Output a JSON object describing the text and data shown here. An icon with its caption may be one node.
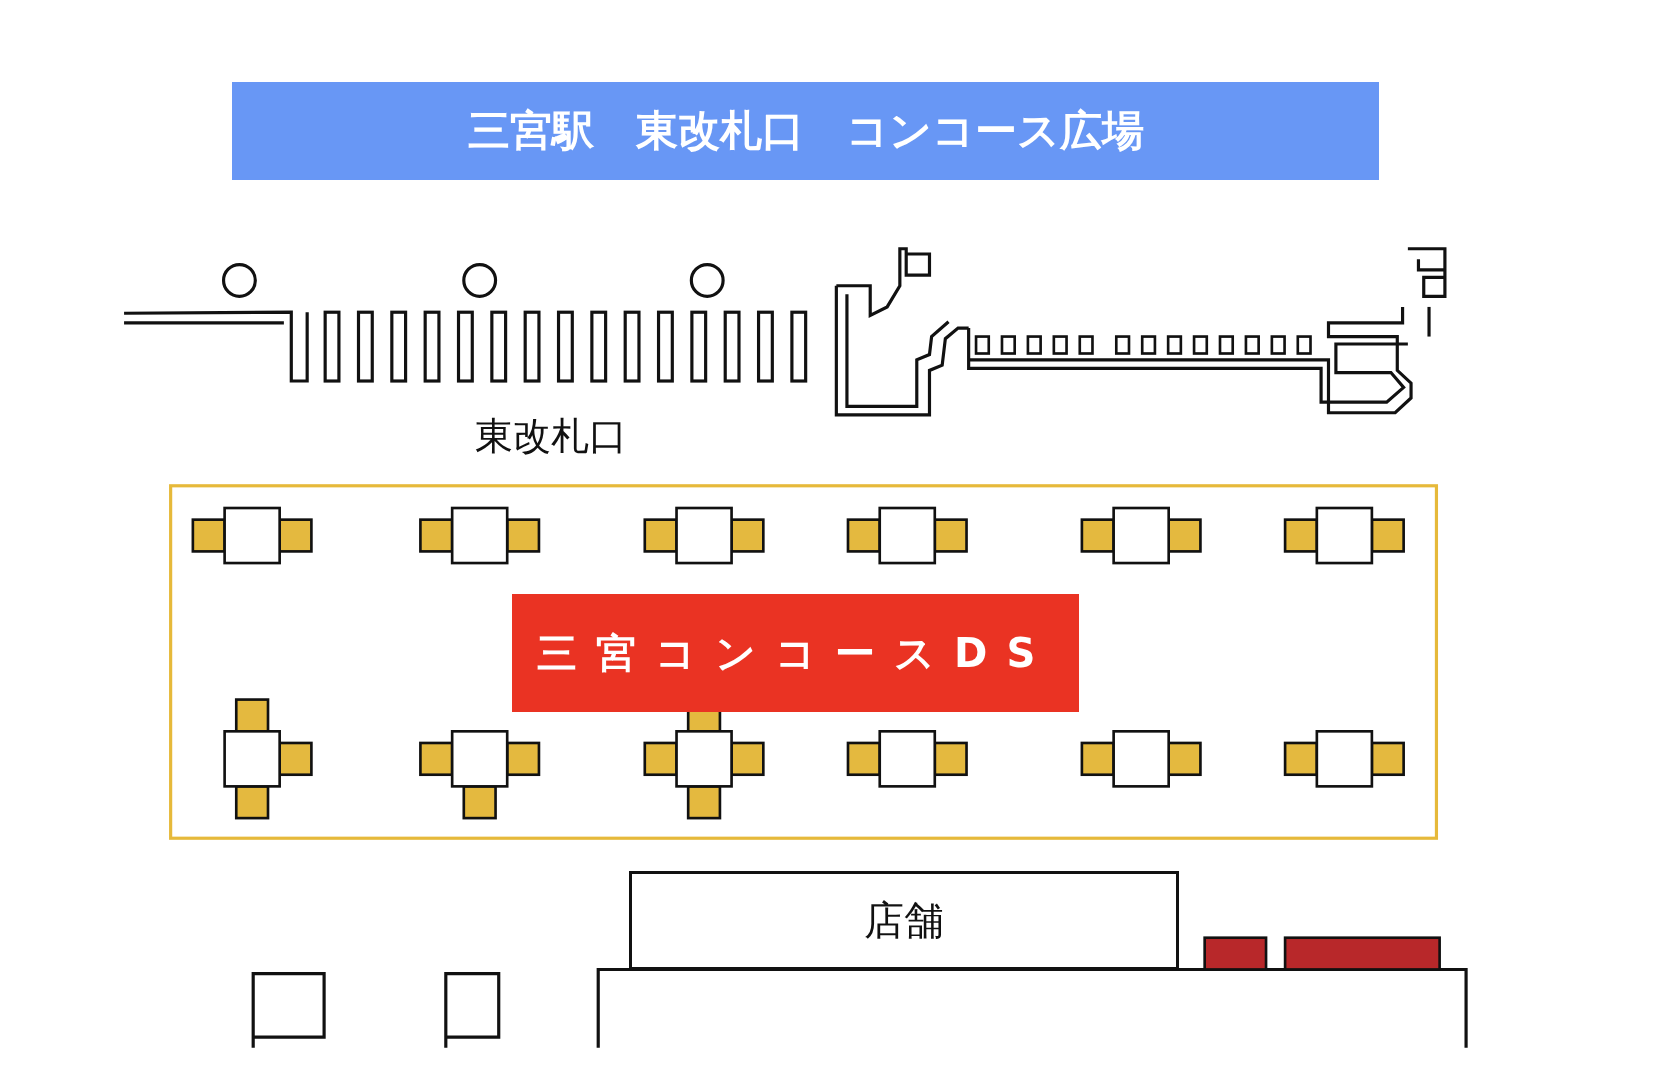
{
  "diagram": {
    "title": "三宮駅　東改札口　コンコース広場",
    "nodes": [
      {
        "text": [
          "三宮コンコースDS"
        ]
      },
      {
        "text": [
          "店舗"
        ]
      }
    ],
    "labels": [
      "東改札口"
    ]
  }
}
